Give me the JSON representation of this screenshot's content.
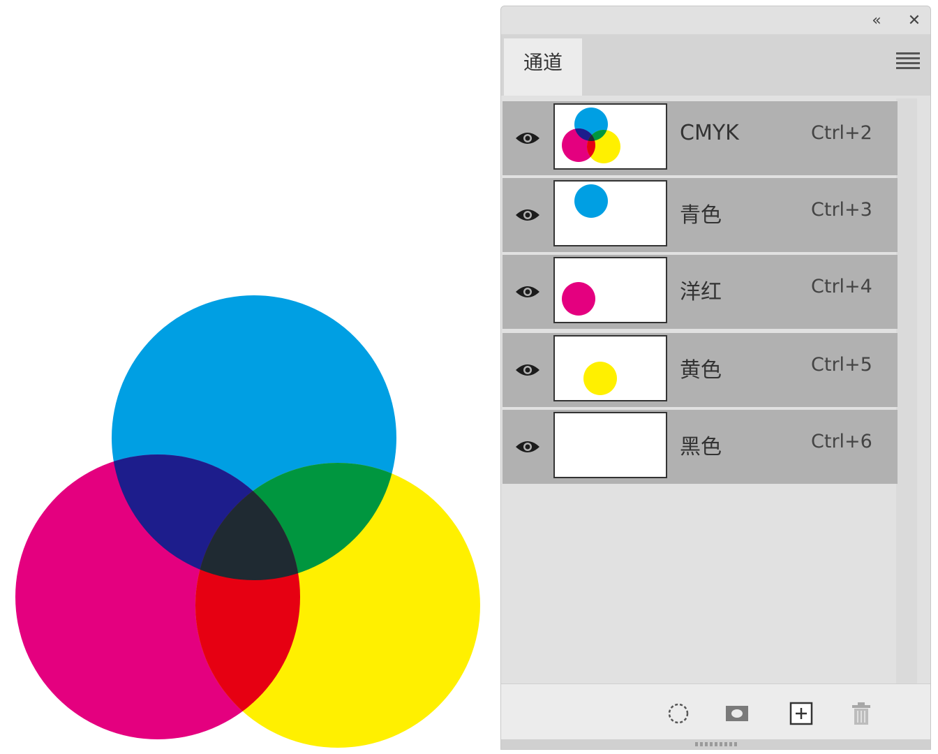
{
  "panel": {
    "title_tab": "通道",
    "collapse_icon": "double-chevron-left-icon",
    "close_icon": "close-icon",
    "menu_icon": "hamburger-menu-icon"
  },
  "channels": [
    {
      "name": "CMYK",
      "shortcut": "Ctrl+2",
      "visible": true
    },
    {
      "name": "青色",
      "shortcut": "Ctrl+3",
      "visible": true
    },
    {
      "name": "洋红",
      "shortcut": "Ctrl+4",
      "visible": true
    },
    {
      "name": "黄色",
      "shortcut": "Ctrl+5",
      "visible": true
    },
    {
      "name": "黑色",
      "shortcut": "Ctrl+6",
      "visible": true
    }
  ],
  "footer_buttons": [
    {
      "icon": "load-channel-as-selection-icon"
    },
    {
      "icon": "save-selection-as-channel-icon"
    },
    {
      "icon": "new-channel-icon"
    },
    {
      "icon": "delete-channel-icon"
    }
  ],
  "colors": {
    "cyan": "#009fe3",
    "magenta": "#e4007f",
    "yellow": "#fff000",
    "blue_overlap": "#1d1d8c",
    "green_overlap": "#00963f",
    "red_overlap": "#e60012",
    "black_overlap": "#1f2a32",
    "row_bg": "#b1b1b1",
    "panel_bg": "#e1e1e1"
  }
}
